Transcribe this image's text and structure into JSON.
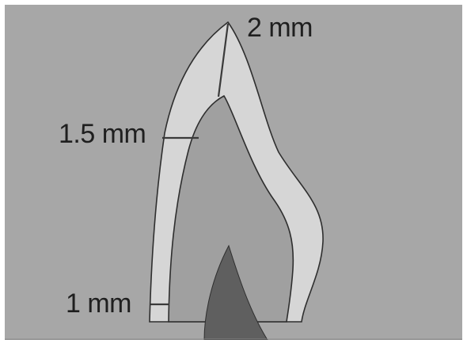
{
  "labels": {
    "incisal": "2 mm",
    "labial": "1.5 mm",
    "cervical": "1 mm"
  },
  "colors": {
    "background": "#a7a7a7",
    "crown": "#d6d6d6",
    "dentin": "#a0a0a0",
    "pulp": "#5f5f5f",
    "outline": "#2e2e2e"
  }
}
